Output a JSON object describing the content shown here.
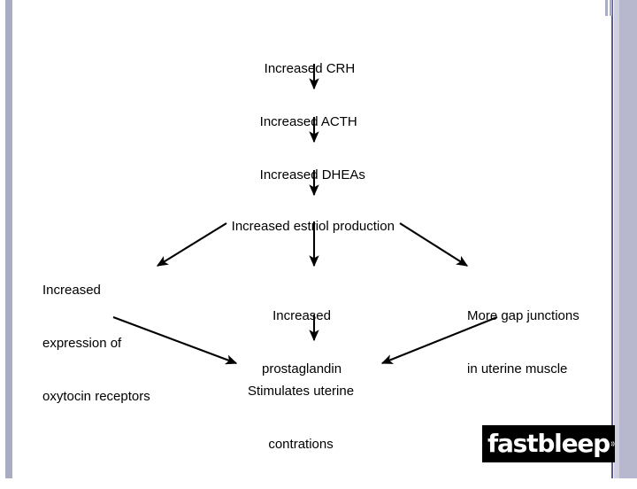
{
  "slide": {
    "title_text": "",
    "background_color": "#ffffff",
    "accent_band_color": "#a9adc4",
    "right_band_color": "#b7b7cd",
    "rule_color": "#5a5a8c"
  },
  "diagram": {
    "type": "flowchart",
    "text_color": "#000000",
    "nodes": [
      {
        "id": "crh",
        "label": "Increased CRH"
      },
      {
        "id": "acth",
        "label": "Increased ACTH"
      },
      {
        "id": "dheas",
        "label": "Increased DHEAs"
      },
      {
        "id": "estriol",
        "label": "Increased estriol production"
      },
      {
        "id": "oxytocin",
        "line1": "Increased",
        "line2": "expression of",
        "line3": "oxytocin receptors"
      },
      {
        "id": "prostaglandin",
        "line1": "Increased",
        "line2": "prostaglandin"
      },
      {
        "id": "gapjunctions",
        "line1": "More gap junctions",
        "line2": "in uterine muscle"
      },
      {
        "id": "stimulates",
        "line1": "Stimulates uterine",
        "line2": "contrations"
      }
    ],
    "edges": [
      {
        "from": "crh",
        "to": "acth",
        "style": "arrow-down"
      },
      {
        "from": "acth",
        "to": "dheas",
        "style": "arrow-down"
      },
      {
        "from": "dheas",
        "to": "estriol",
        "style": "arrow-down"
      },
      {
        "from": "estriol",
        "to": "oxytocin",
        "style": "arrow-diagonal-left"
      },
      {
        "from": "estriol",
        "to": "prostaglandin",
        "style": "arrow-down"
      },
      {
        "from": "estriol",
        "to": "gapjunctions",
        "style": "arrow-diagonal-right"
      },
      {
        "from": "oxytocin",
        "to": "stimulates",
        "style": "arrow-diagonal-right"
      },
      {
        "from": "prostaglandin",
        "to": "stimulates",
        "style": "arrow-down"
      },
      {
        "from": "gapjunctions",
        "to": "stimulates",
        "style": "arrow-diagonal-left"
      }
    ]
  },
  "logo": {
    "text": "fastbleep",
    "mark": "signal-waves",
    "background_color": "#000000",
    "text_color": "#ffffff"
  }
}
